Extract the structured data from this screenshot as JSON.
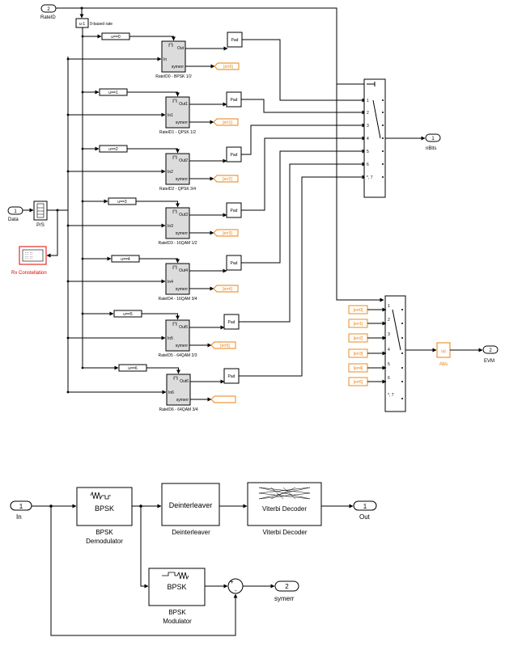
{
  "colors": {
    "goto_tag": "#e87f0c",
    "scope_block": "#e00000",
    "wire": "#000000",
    "subsystem_fill": "#dcdcdc"
  },
  "top": {
    "rateid_port": {
      "num": "2",
      "label": "RateID"
    },
    "data_port": {
      "num": "1",
      "label": "Data"
    },
    "nbits_port": {
      "num": "1",
      "label": "nBits"
    },
    "evm_port": {
      "num": "2",
      "label": "EVM"
    },
    "u_minus_1": "u-1",
    "zero_based_note": "0-based rate",
    "ps_label": "P/S",
    "rx_constellation": "Rx Constellation",
    "abs": {
      "symbol": "|u|",
      "label": "Abs"
    },
    "pad_label": "Pad",
    "const_labels": [
      "u==0",
      "u==1",
      "u==2",
      "u==3",
      "u==4",
      "u==5",
      "u==6"
    ],
    "subsystem_names": [
      "RateID0 - BPSK 1/2",
      "RateID1 - QPSK 1/2",
      "RateID2 - QPSK 3/4",
      "RateID3 - 16QAM 1/2",
      "RateID4 - 16QAM 3/4",
      "RateID5 - 64QAM 2/3",
      "RateID6 - 64QAM 3/4"
    ],
    "sub_in": [
      "In",
      "In1",
      "In2",
      "In3",
      "In4",
      "In5",
      "In6"
    ],
    "sub_out": [
      "Out",
      "Out1",
      "Out2",
      "Out3",
      "Out4",
      "Out5",
      "Out6"
    ],
    "symerr": "symerr",
    "err_tags": [
      "[err0]",
      "[err1]",
      "[err2]",
      "[err3]",
      "[err4]",
      "[err5]"
    ],
    "err_from": [
      "[err0]",
      "[err1]",
      "[err2]",
      "[err3]",
      "[err4]",
      "[err5]"
    ],
    "switch_labels": [
      "1",
      "2",
      "3",
      "4",
      "5",
      "6",
      "*, 7"
    ]
  },
  "bottom": {
    "in_port": {
      "num": "1",
      "label": "In"
    },
    "demod": {
      "text": "BPSK",
      "label1": "BPSK",
      "label2": "Demodulator"
    },
    "deinterleaver": {
      "text": "Deinterleaver",
      "label": "Deinterleaver"
    },
    "viterbi": {
      "text": "Viterbi Decoder",
      "label": "Viterbi Decoder"
    },
    "out_port": {
      "num": "1",
      "label": "Out"
    },
    "mod": {
      "text": "BPSK",
      "label1": "BPSK",
      "label2": "Modulator"
    },
    "sum_signs": {
      "plus": "+",
      "minus": "-"
    },
    "symerr_port": {
      "num": "2",
      "label": "symerr"
    }
  }
}
